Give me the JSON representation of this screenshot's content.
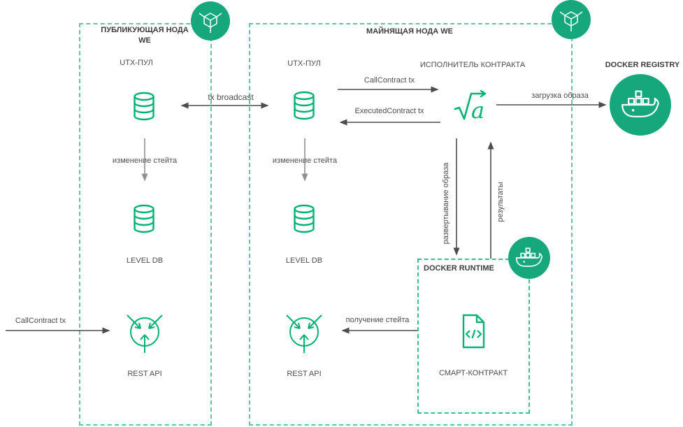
{
  "diagram": {
    "publishing_node": {
      "title": "ПУБЛИКУЮЩАЯ НОДА WE",
      "utx_pool": "UTX-ПУЛ",
      "state_change": "изменение стейта",
      "level_db": "LEVEL DB",
      "rest_api": "REST API"
    },
    "mining_node": {
      "title": "МАЙНЯЩАЯ НОДА WE",
      "utx_pool": "UTX-ПУЛ",
      "contract_executor": "ИСПОЛНИТЕЛЬ КОНТРАКТА",
      "state_change": "изменение стейта",
      "level_db": "LEVEL DB",
      "rest_api": "REST API"
    },
    "docker_runtime": {
      "title": "DOCKER RUNTIME",
      "smart_contract": "СМАРТ-КОНТРАКТ"
    },
    "docker_registry": {
      "title": "DOCKER REGISTRY"
    },
    "edges": {
      "tx_broadcast": "tx broadcast",
      "call_contract_incoming": "CallContract tx",
      "call_contract": "CallContract tx",
      "executed_contract": "ExecutedContract tx",
      "image_upload": "загрузка образа",
      "image_deploy": "развертывание образа",
      "results": "результаты",
      "state_fetch": "получение стейта"
    },
    "icons": {
      "node_badge": "node-cube-icon",
      "database": "database-icon",
      "rest_api": "rest-api-gateway-icon",
      "contract_executor": "sqrt-vector-a-icon",
      "docker": "docker-whale-icon",
      "smart_contract": "code-document-icon"
    },
    "colors": {
      "badge_green": "#16a87c",
      "icon_green": "#00b274",
      "border_teal": "#5bcaa4",
      "runtime_border_teal": "#3cbd92",
      "arrow_dark": "#4d4d4d",
      "arrow_gray": "#8f8f8f",
      "text_gray": "#4d4d4d",
      "title_dark": "#3d3d3d"
    }
  }
}
